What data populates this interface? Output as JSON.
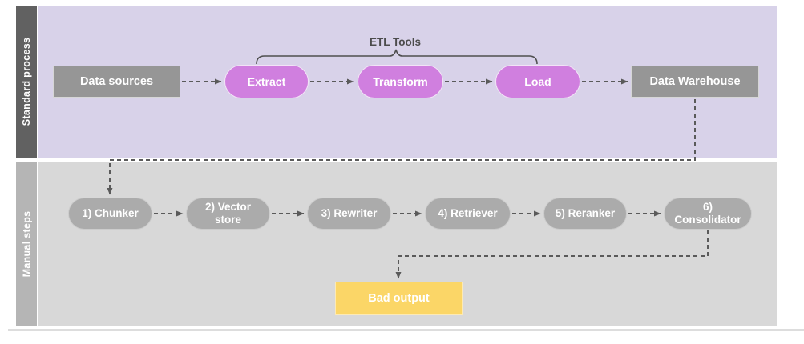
{
  "colors": {
    "standard_lane_bg": "#d8d2e9",
    "standard_lane_bar": "#616161",
    "manual_lane_bg": "#d8d8d8",
    "manual_lane_bar": "#b5b5b5",
    "process_box_fill": "#969696",
    "etl_pill_fill": "#d07fdf",
    "manual_pill_fill": "#ababab",
    "bad_output_fill": "#fbd667",
    "connector_color": "#5a5a5a"
  },
  "lanes": {
    "standard": {
      "label": "Standard process"
    },
    "manual": {
      "label": "Manual steps"
    }
  },
  "annotations": {
    "etl_tools": "ETL Tools"
  },
  "standard_process": {
    "data_sources": {
      "label": "Data sources"
    },
    "extract": {
      "label": "Extract"
    },
    "transform": {
      "label": "Transform"
    },
    "load": {
      "label": "Load"
    },
    "data_warehouse": {
      "label": "Data Warehouse"
    }
  },
  "manual_steps": {
    "chunker": {
      "label": "1) Chunker"
    },
    "vector_store": {
      "label": "2) Vector store"
    },
    "rewriter": {
      "label": "3) Rewriter"
    },
    "retriever": {
      "label": "4) Retriever"
    },
    "reranker": {
      "label": "5) Reranker"
    },
    "consolidator": {
      "label": "6) Consolidator"
    }
  },
  "outputs": {
    "bad_output": {
      "label": "Bad output"
    }
  }
}
